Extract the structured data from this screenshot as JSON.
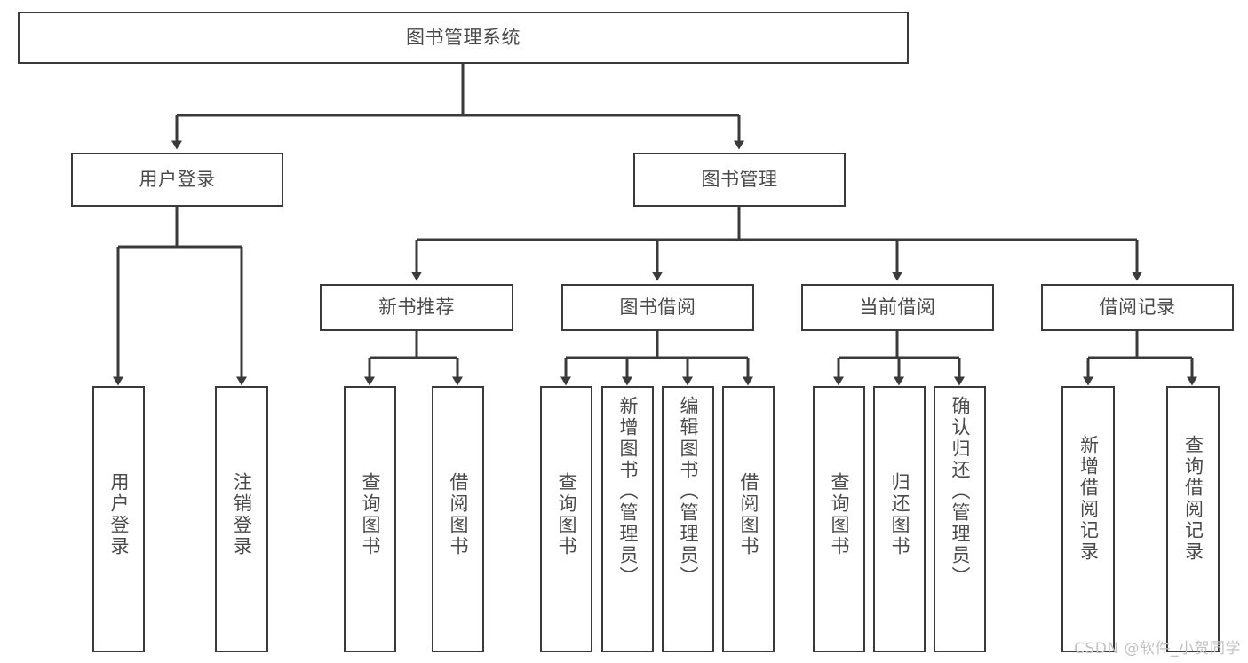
{
  "diagram": {
    "type": "tree",
    "title": "图书管理系统",
    "stroke_color": "#3a3a3a",
    "text_color": "#4a4a4a",
    "background": "#ffffff",
    "root": {
      "label": "图书管理系统"
    },
    "level1": [
      {
        "label": "用户登录"
      },
      {
        "label": "图书管理"
      }
    ],
    "level2": [
      {
        "label": "新书推荐"
      },
      {
        "label": "图书借阅"
      },
      {
        "label": "当前借阅"
      },
      {
        "label": "借阅记录"
      }
    ],
    "leaves": {
      "user_login": [
        {
          "label": "用户登录"
        },
        {
          "label": "注销登录"
        }
      ],
      "new_book_recommend": [
        {
          "label": "查询图书"
        },
        {
          "label": "借阅图书"
        }
      ],
      "book_borrow": [
        {
          "label": "查询图书"
        },
        {
          "label": "新增图书（管理员）"
        },
        {
          "label": "编辑图书（管理员）"
        },
        {
          "label": "借阅图书"
        }
      ],
      "current_borrow": [
        {
          "label": "查询图书"
        },
        {
          "label": "归还图书"
        },
        {
          "label": "确认归还（管理员）"
        }
      ],
      "borrow_record": [
        {
          "label": "新增借阅记录"
        },
        {
          "label": "查询借阅记录"
        }
      ]
    }
  },
  "watermark": {
    "text": "CSDN @软件_小贺同学"
  }
}
